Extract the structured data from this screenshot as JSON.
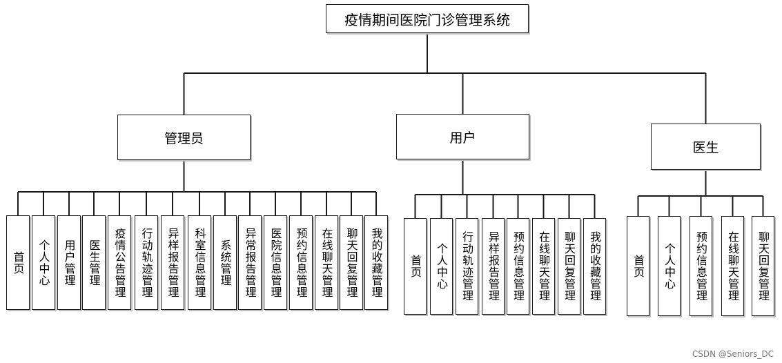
{
  "root": {
    "label": "疫情期间医院门诊管理系统"
  },
  "roles": [
    {
      "label": "管理员",
      "modules": [
        "首页",
        "个人中心",
        "用户管理",
        "医生管理",
        "疫情公告管理",
        "行动轨迹管理",
        "异样报告管理",
        "科室信息管理",
        "系统管理",
        "异常报告管理",
        "医院信息管理",
        "预约信息管理",
        "在线聊天管理",
        "聊天回复管理",
        "我的收藏管理"
      ]
    },
    {
      "label": "用户",
      "modules": [
        "首页",
        "个人中心",
        "行动轨迹管理",
        "异样报告管理",
        "预约信息管理",
        "在线聊天管理",
        "聊天回复管理",
        "我的收藏管理"
      ]
    },
    {
      "label": "医生",
      "modules": [
        "首页",
        "个人中心",
        "预约信息管理",
        "在线聊天管理",
        "聊天回复管理"
      ]
    }
  ],
  "watermark": "CSDN @Seniors_DC",
  "colors": {
    "line": "#1a1a1a",
    "shadow": "#bfbfbf",
    "box_fill": "#ffffff"
  }
}
